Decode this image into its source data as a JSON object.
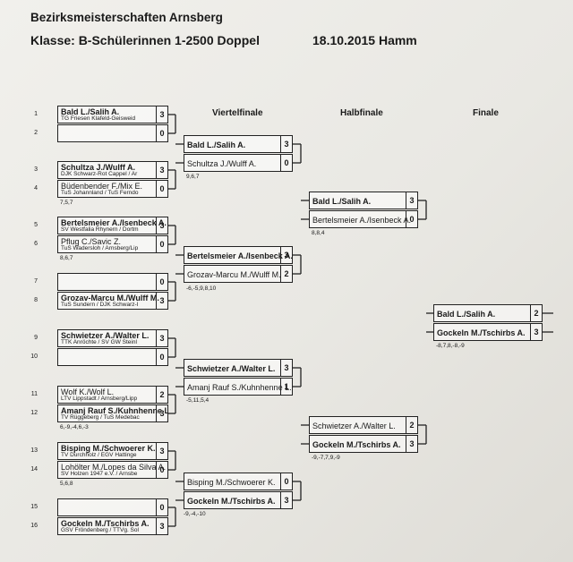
{
  "header": {
    "title": "Bezirksmeisterschaften Arnsberg",
    "class_line": "Klasse: B-Schülerinnen 1-2500 Doppel",
    "date_place": "18.10.2015 Hamm"
  },
  "rounds": {
    "quarterfinal": "Viertelfinale",
    "semifinal": "Halbfinale",
    "final": "Finale"
  },
  "seeds": [
    "1",
    "2",
    "3",
    "4",
    "5",
    "6",
    "7",
    "8",
    "9",
    "10",
    "11",
    "12",
    "13",
    "14",
    "15",
    "16"
  ],
  "r1": [
    {
      "name": "Bald L./Salih A.",
      "club": "TG Friesen Klafeld-Geisweid",
      "score": "3",
      "bold": true
    },
    {
      "name": "",
      "club": "",
      "score": "0",
      "bold": false
    },
    {
      "name": "Schultza J./Wulff A.",
      "club": "DJK Schwarz-Rot Cappel / Ar",
      "score": "3",
      "bold": true
    },
    {
      "name": "Büdenbender F./Mix E.",
      "club": "TuS Johannland / TuS Ferndo",
      "score": "0",
      "bold": false
    },
    {
      "name": "Bertelsmeier A./Isenbeck A.",
      "club": "SV Westfalia Rhynern / Dortm",
      "score": "3",
      "bold": true
    },
    {
      "name": "Pflug C./Savic Z.",
      "club": "TuS Wadersloh / Arnsberg/Lip",
      "score": "0",
      "bold": false
    },
    {
      "name": "",
      "club": "",
      "score": "0",
      "bold": false
    },
    {
      "name": "Grozav-Marcu M./Wulff M.",
      "club": "TuS Sundern / DJK Schwarz-I",
      "score": "3",
      "bold": true
    },
    {
      "name": "Schwietzer A./Walter L.",
      "club": "TTK Anröchte / SV GW Steinl",
      "score": "3",
      "bold": true
    },
    {
      "name": "",
      "club": "",
      "score": "0",
      "bold": false
    },
    {
      "name": "Wolf K./Wolf L.",
      "club": "LTV Lippstadt / Arnsberg/Lipp",
      "score": "2",
      "bold": false
    },
    {
      "name": "Amanj Rauf S./Kuhnhenne L.",
      "club": "TV Rüggeberg / TuS Medebac",
      "score": "3",
      "bold": true
    },
    {
      "name": "Bisping M./Schwoerer K.",
      "club": "TV Durchholz / EGV Hattinge",
      "score": "3",
      "bold": true
    },
    {
      "name": "Lohölter M./Lopes da Silva A.",
      "club": "SV Holzen 1947 e.V. / Arnsbe",
      "score": "0",
      "bold": false
    },
    {
      "name": "",
      "club": "",
      "score": "0",
      "bold": false
    },
    {
      "name": "Gockeln M./Tschirbs A.",
      "club": "GSV Fröndenberg / TTVg. Sol",
      "score": "3",
      "bold": true
    }
  ],
  "r1_results": [
    "7,5,7",
    "8,6,7",
    "6,-9,-4,6,-3",
    "5,6,8"
  ],
  "qf": [
    {
      "name": "Bald L./Salih A.",
      "score": "3",
      "bold": true
    },
    {
      "name": "Schultza J./Wulff A.",
      "score": "0",
      "bold": false
    },
    {
      "name": "Bertelsmeier A./Isenbeck A.",
      "score": "3",
      "bold": true
    },
    {
      "name": "Grozav-Marcu M./Wulff M.",
      "score": "2",
      "bold": false
    },
    {
      "name": "Schwietzer A./Walter L.",
      "score": "3",
      "bold": true
    },
    {
      "name": "Amanj Rauf S./Kuhnhenne L.",
      "score": "1",
      "bold": false
    },
    {
      "name": "Bisping M./Schwoerer K.",
      "score": "0",
      "bold": false
    },
    {
      "name": "Gockeln M./Tschirbs A.",
      "score": "3",
      "bold": true
    }
  ],
  "qf_results": [
    "9,6,7",
    "-6,-5,9,8,10",
    "-5,11,5,4",
    "-9,-4,-10"
  ],
  "sf": [
    {
      "name": "Bald L./Salih A.",
      "score": "3",
      "bold": true
    },
    {
      "name": "Bertelsmeier A./Isenbeck A.",
      "score": "0",
      "bold": false
    },
    {
      "name": "Schwietzer A./Walter L.",
      "score": "2",
      "bold": false
    },
    {
      "name": "Gockeln M./Tschirbs A.",
      "score": "3",
      "bold": true
    }
  ],
  "sf_results": [
    "8,8,4",
    "-9,-7,7,9,-9"
  ],
  "final": [
    {
      "name": "Bald L./Salih A.",
      "score": "2",
      "bold": true
    },
    {
      "name": "Gockeln M./Tschirbs A.",
      "score": "3",
      "bold": true
    }
  ],
  "final_result": "-8,7,8,-8,-9"
}
